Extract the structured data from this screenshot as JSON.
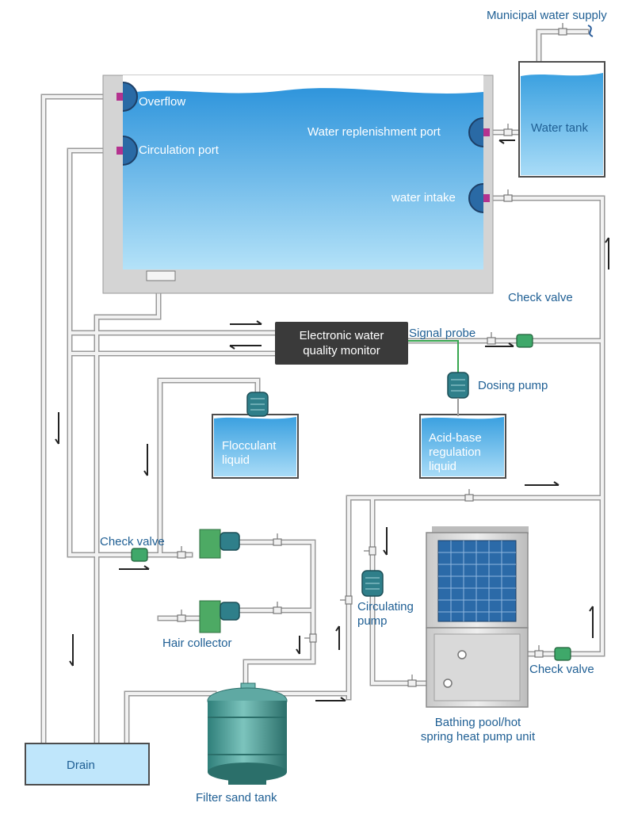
{
  "labels": {
    "municipal_supply": "Municipal water supply",
    "water_tank": "Water tank",
    "overflow": "Overflow",
    "circulation_port": "Circulation port",
    "replenishment_port": "Water replenishment port",
    "water_intake": "water intake",
    "check_valve_top": "Check valve",
    "monitor_line1": "Electronic water",
    "monitor_line2": "quality monitor",
    "signal_probe": "Signal probe",
    "dosing_pump": "Dosing pump",
    "flocculant_line1": "Flocculant",
    "flocculant_line2": "liquid",
    "acid_line1": "Acid-base",
    "acid_line2": "regulation",
    "acid_line3": "liquid",
    "check_valve_left": "Check valve",
    "hair_collector": "Hair collector",
    "circulating_line1": "Circulating",
    "circulating_line2": "pump",
    "check_valve_right": "Check valve",
    "heat_pump_line1": "Bathing pool/hot",
    "heat_pump_line2": "spring heat pump unit",
    "drain": "Drain",
    "filter_sand_tank": "Filter sand tank"
  },
  "colors": {
    "water_top": "#3aa0e0",
    "water_bottom": "#a9dcf7",
    "pipe": "#e6e6e6",
    "pipe_edge": "#9a9a9a",
    "valve_green": "#3fa86a",
    "pump_teal": "#2f7f8a",
    "label_blue": "#1f5f94",
    "monitor_bg": "#3a3a3a",
    "signal_line": "#36a64f"
  }
}
